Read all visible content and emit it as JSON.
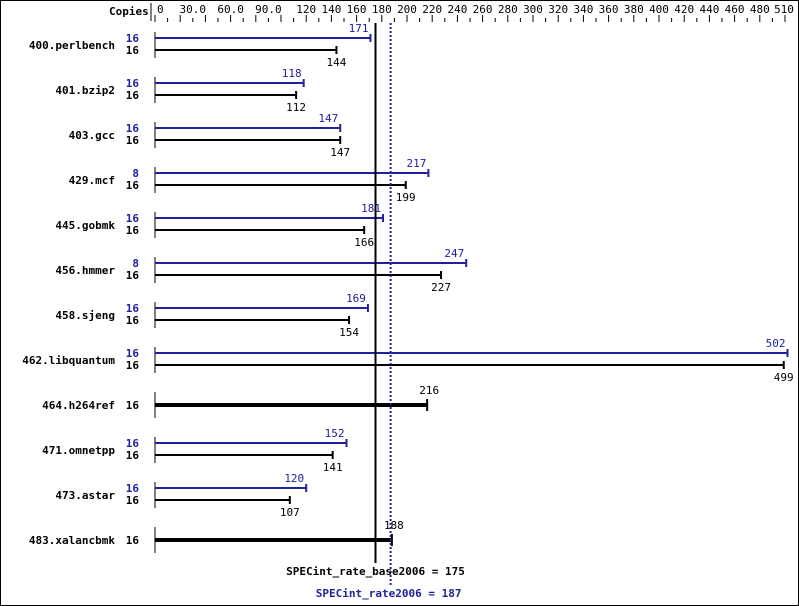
{
  "chart_data": {
    "type": "bar",
    "orientation": "horizontal",
    "axis_label": "Copies",
    "xlim": [
      0,
      510
    ],
    "ticks": [
      "0",
      "30.0",
      "60.0",
      "90.0",
      "120",
      "140",
      "160",
      "180",
      "200",
      "220",
      "240",
      "260",
      "280",
      "300",
      "320",
      "340",
      "360",
      "380",
      "400",
      "420",
      "440",
      "460",
      "480",
      "510"
    ],
    "tick_values": [
      0,
      30,
      60,
      90,
      120,
      140,
      160,
      180,
      200,
      220,
      240,
      260,
      280,
      300,
      320,
      340,
      360,
      380,
      400,
      420,
      440,
      460,
      480,
      510
    ],
    "benchmarks": [
      {
        "name": "400.perlbench",
        "peak_copies": "16",
        "peak": 171,
        "base_copies": "16",
        "base": 144
      },
      {
        "name": "401.bzip2",
        "peak_copies": "16",
        "peak": 118,
        "base_copies": "16",
        "base": 112
      },
      {
        "name": "403.gcc",
        "peak_copies": "16",
        "peak": 147,
        "base_copies": "16",
        "base": 147
      },
      {
        "name": "429.mcf",
        "peak_copies": "8",
        "peak": 217,
        "base_copies": "16",
        "base": 199
      },
      {
        "name": "445.gobmk",
        "peak_copies": "16",
        "peak": 181,
        "base_copies": "16",
        "base": 166
      },
      {
        "name": "456.hmmer",
        "peak_copies": "8",
        "peak": 247,
        "base_copies": "16",
        "base": 227
      },
      {
        "name": "458.sjeng",
        "peak_copies": "16",
        "peak": 169,
        "base_copies": "16",
        "base": 154
      },
      {
        "name": "462.libquantum",
        "peak_copies": "16",
        "peak": 502,
        "base_copies": "16",
        "base": 499
      },
      {
        "name": "464.h264ref",
        "peak_copies": null,
        "peak": null,
        "base_copies": "16",
        "base": 216
      },
      {
        "name": "471.omnetpp",
        "peak_copies": "16",
        "peak": 152,
        "base_copies": "16",
        "base": 141
      },
      {
        "name": "473.astar",
        "peak_copies": "16",
        "peak": 120,
        "base_copies": "16",
        "base": 107
      },
      {
        "name": "483.xalancbmk",
        "peak_copies": null,
        "peak": null,
        "base_copies": "16",
        "base": 188
      }
    ],
    "base_metric": {
      "label": "SPECint_rate_base2006 = 175",
      "value": 175
    },
    "peak_metric": {
      "label": "SPECint_rate2006 = 187",
      "value": 187
    },
    "colors": {
      "base": "#000000",
      "peak": "#2020a0"
    }
  }
}
